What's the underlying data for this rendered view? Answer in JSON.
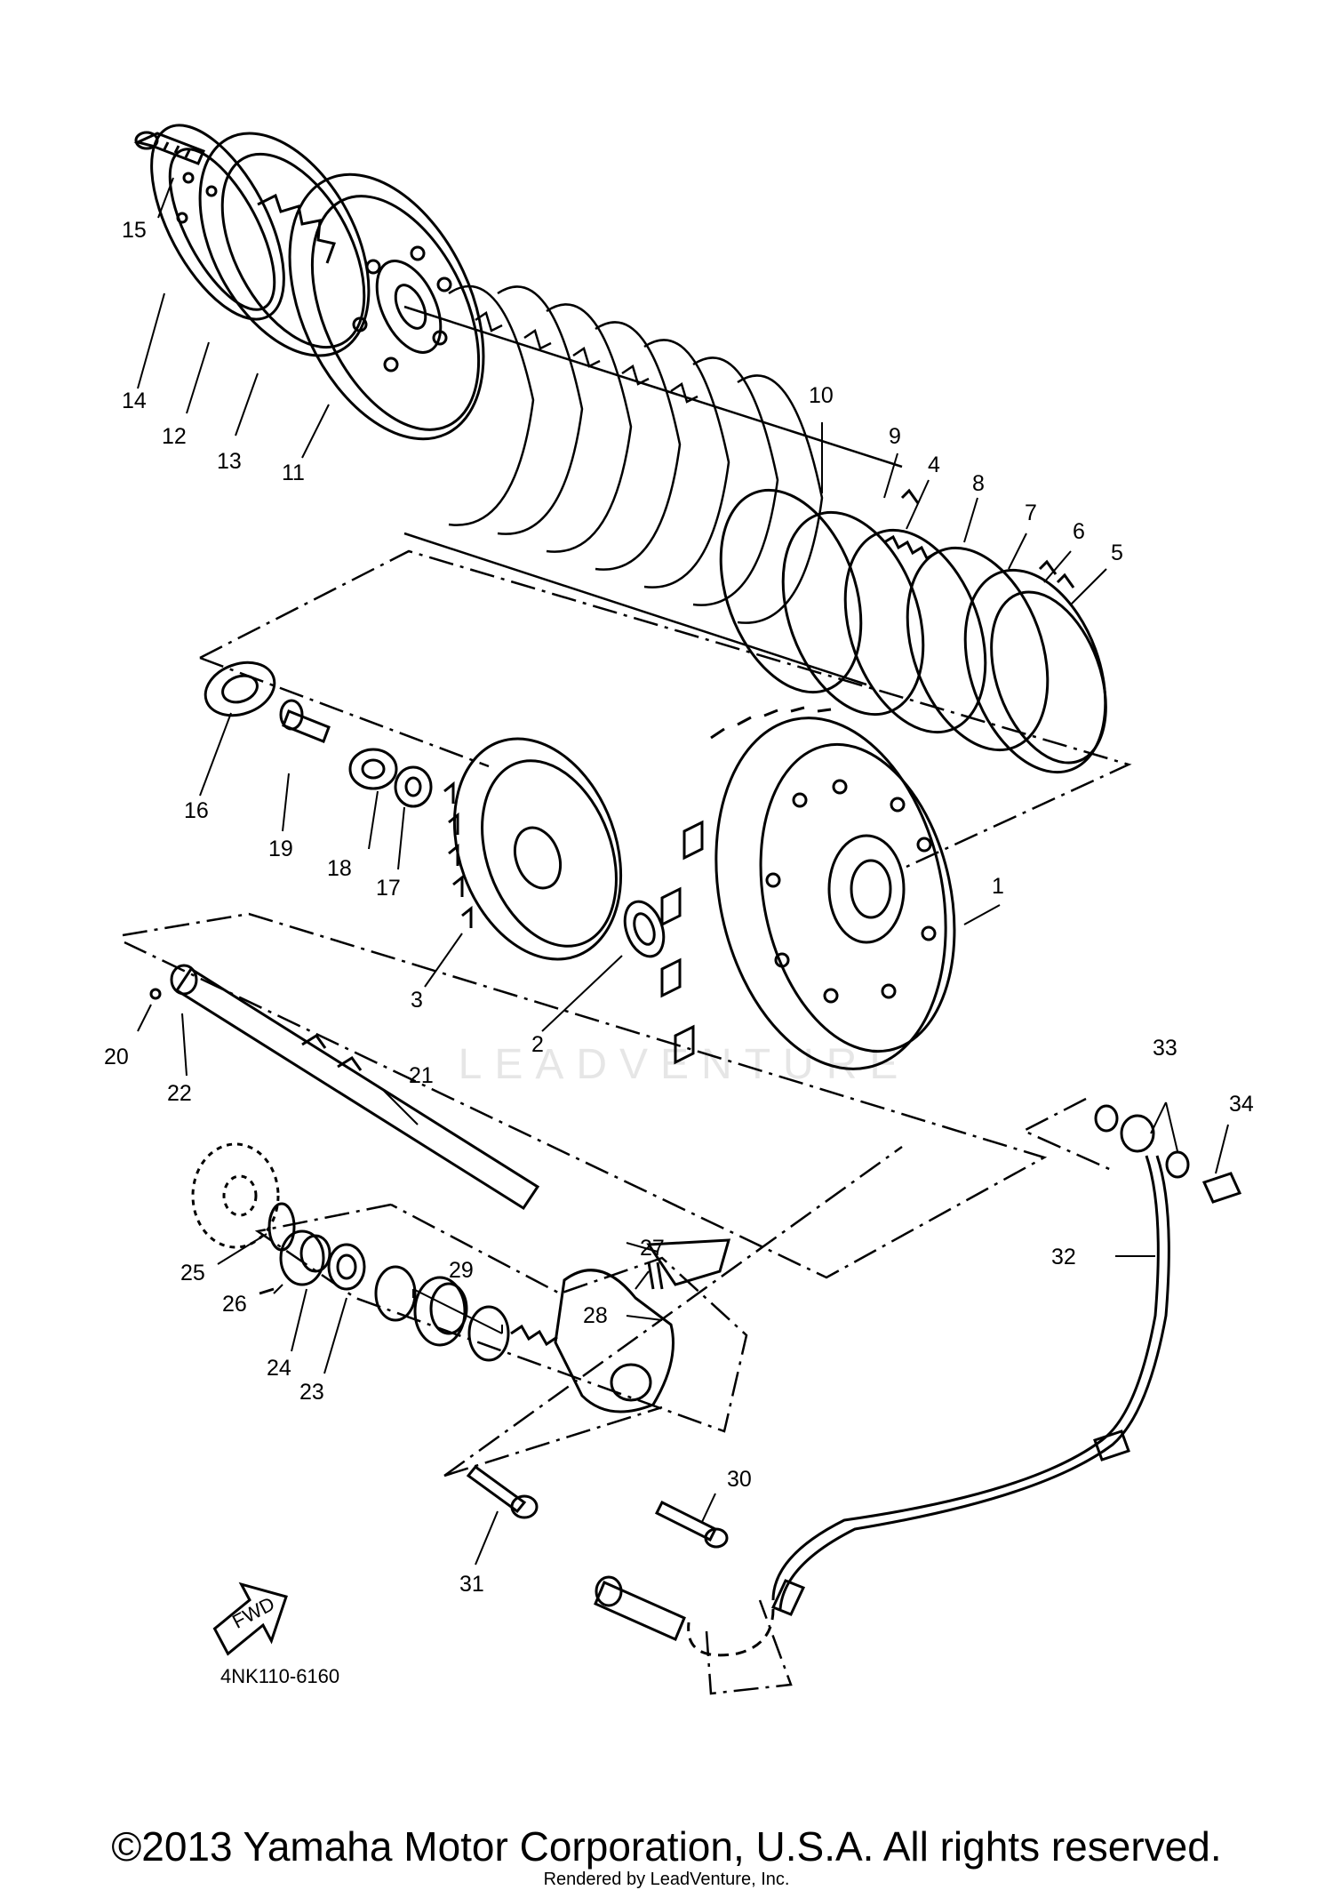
{
  "diagram": {
    "part_code": "4NK110-6160",
    "fwd_label": "FWD",
    "watermark": "LEADVENTURE",
    "callouts": [
      {
        "id": "1",
        "label": "1"
      },
      {
        "id": "2",
        "label": "2"
      },
      {
        "id": "3",
        "label": "3"
      },
      {
        "id": "4",
        "label": "4"
      },
      {
        "id": "5",
        "label": "5"
      },
      {
        "id": "6",
        "label": "6"
      },
      {
        "id": "7",
        "label": "7"
      },
      {
        "id": "8",
        "label": "8"
      },
      {
        "id": "9",
        "label": "9"
      },
      {
        "id": "10",
        "label": "10"
      },
      {
        "id": "11",
        "label": "11"
      },
      {
        "id": "12",
        "label": "12"
      },
      {
        "id": "13",
        "label": "13"
      },
      {
        "id": "14",
        "label": "14"
      },
      {
        "id": "15",
        "label": "15"
      },
      {
        "id": "16",
        "label": "16"
      },
      {
        "id": "17",
        "label": "17"
      },
      {
        "id": "18",
        "label": "18"
      },
      {
        "id": "19",
        "label": "19"
      },
      {
        "id": "20",
        "label": "20"
      },
      {
        "id": "21",
        "label": "21"
      },
      {
        "id": "22",
        "label": "22"
      },
      {
        "id": "23",
        "label": "23"
      },
      {
        "id": "24",
        "label": "24"
      },
      {
        "id": "25",
        "label": "25"
      },
      {
        "id": "26",
        "label": "26"
      },
      {
        "id": "27",
        "label": "27"
      },
      {
        "id": "28",
        "label": "28"
      },
      {
        "id": "29",
        "label": "29"
      },
      {
        "id": "30",
        "label": "30"
      },
      {
        "id": "31",
        "label": "31"
      },
      {
        "id": "32",
        "label": "32"
      },
      {
        "id": "33",
        "label": "33"
      },
      {
        "id": "34",
        "label": "34"
      }
    ]
  },
  "footer": {
    "copyright": "©2013 Yamaha Motor Corporation, U.S.A. All rights reserved.",
    "renderer": "Rendered by LeadVenture, Inc."
  }
}
